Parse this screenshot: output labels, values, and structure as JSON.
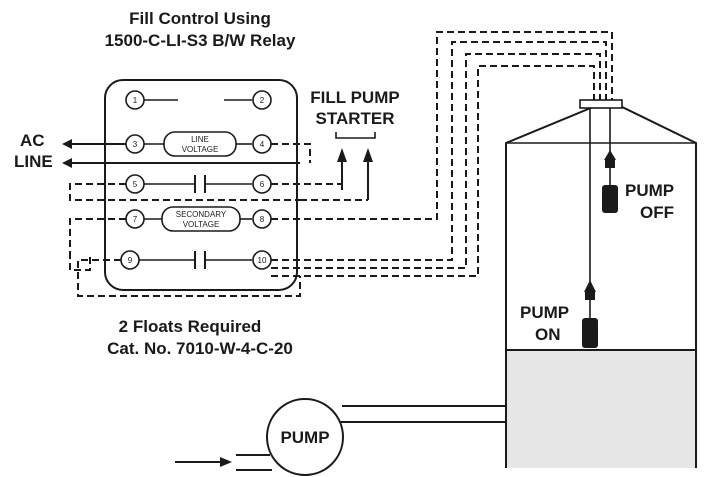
{
  "title_lines": [
    "Fill Control Using",
    "1500-C-LI-S3 B/W Relay"
  ],
  "footer_lines": [
    "2 Floats Required",
    "Cat. No. 7010-W-4-C-20"
  ],
  "ac_line": [
    "AC",
    "LINE"
  ],
  "starter_lines": [
    "FILL PUMP",
    "STARTER"
  ],
  "relay": {
    "terminals": [
      "1",
      "2",
      "3",
      "4",
      "5",
      "6",
      "7",
      "8",
      "9",
      "10"
    ],
    "line_voltage": [
      "LINE",
      "VOLTAGE"
    ],
    "secondary_voltage": [
      "SECONDARY",
      "VOLTAGE"
    ]
  },
  "float_off": [
    "PUMP",
    "OFF"
  ],
  "float_on": [
    "PUMP",
    "ON"
  ],
  "pump_label": "PUMP"
}
